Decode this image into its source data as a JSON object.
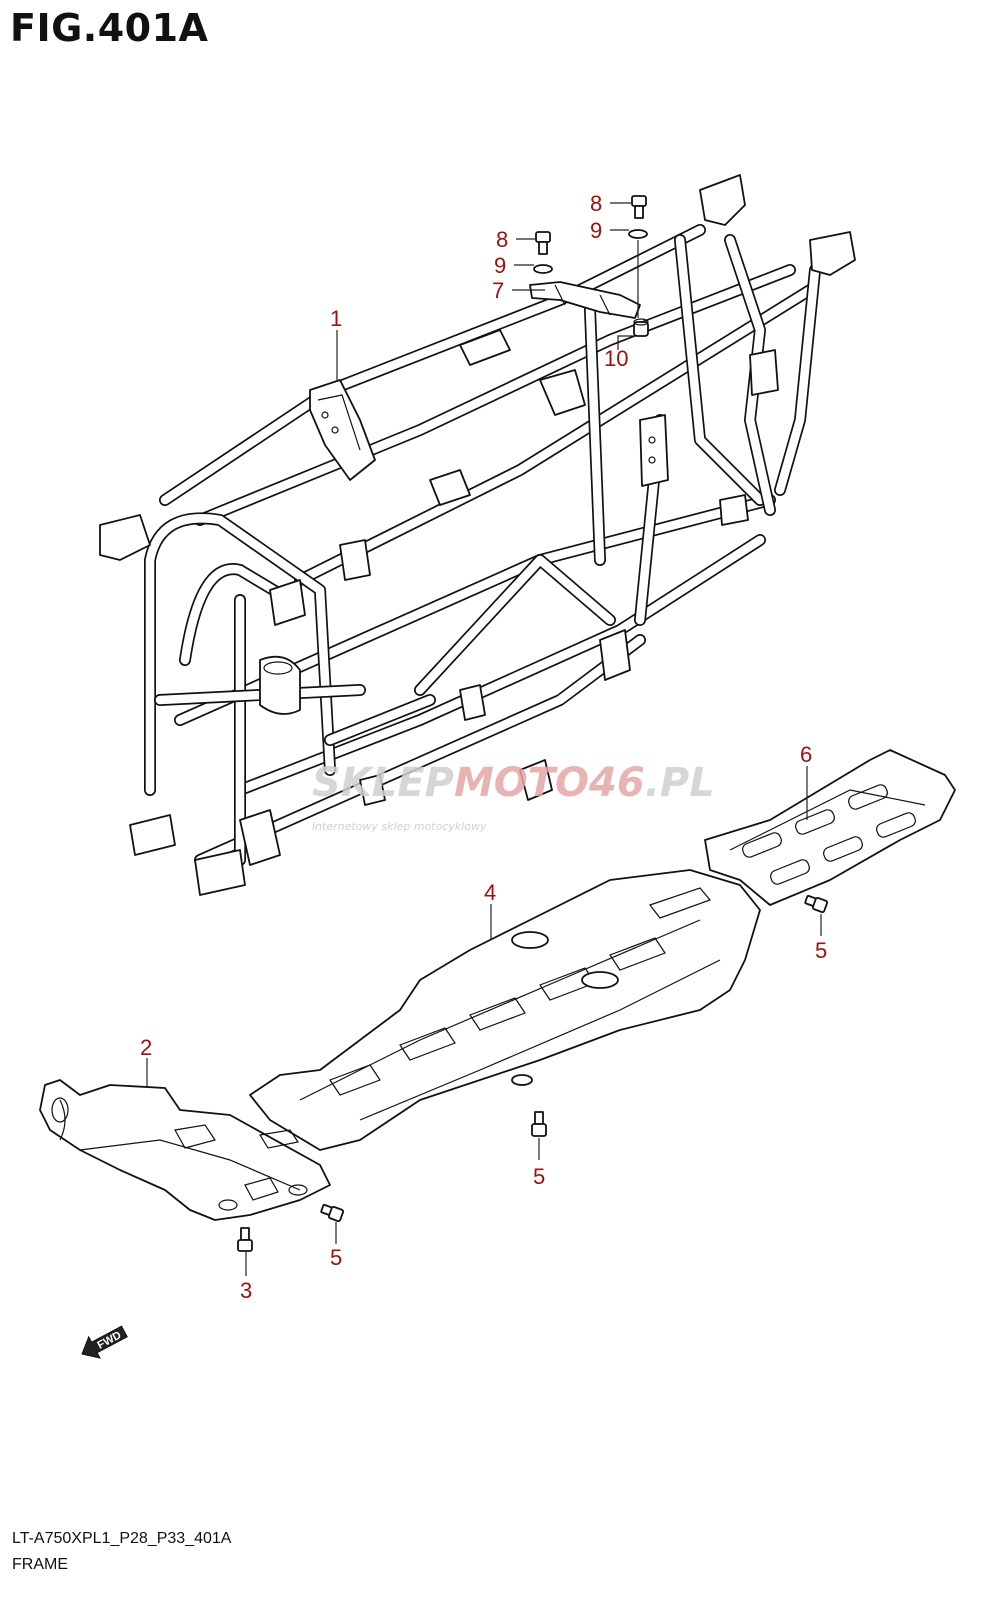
{
  "figure": {
    "title": "FIG.401A",
    "code": "LT-A750XPL1_P28_P33_401A",
    "name": "FRAME"
  },
  "callouts": [
    "1",
    "2",
    "3",
    "4",
    "5",
    "5",
    "5",
    "6",
    "7",
    "8",
    "8",
    "9",
    "9",
    "10"
  ],
  "watermark": {
    "brand_left": "SKLEP",
    "brand_mid": "MOTO",
    "brand_num": "46",
    "brand_tld": ".PL",
    "tagline": "internetowy sklep motocyklowy"
  },
  "direction": {
    "label": "FWD"
  },
  "colors": {
    "callout": "#a01010",
    "line": "#111111",
    "watermark": "#cfcfcf",
    "watermark_accent": "#e9a9a9"
  }
}
